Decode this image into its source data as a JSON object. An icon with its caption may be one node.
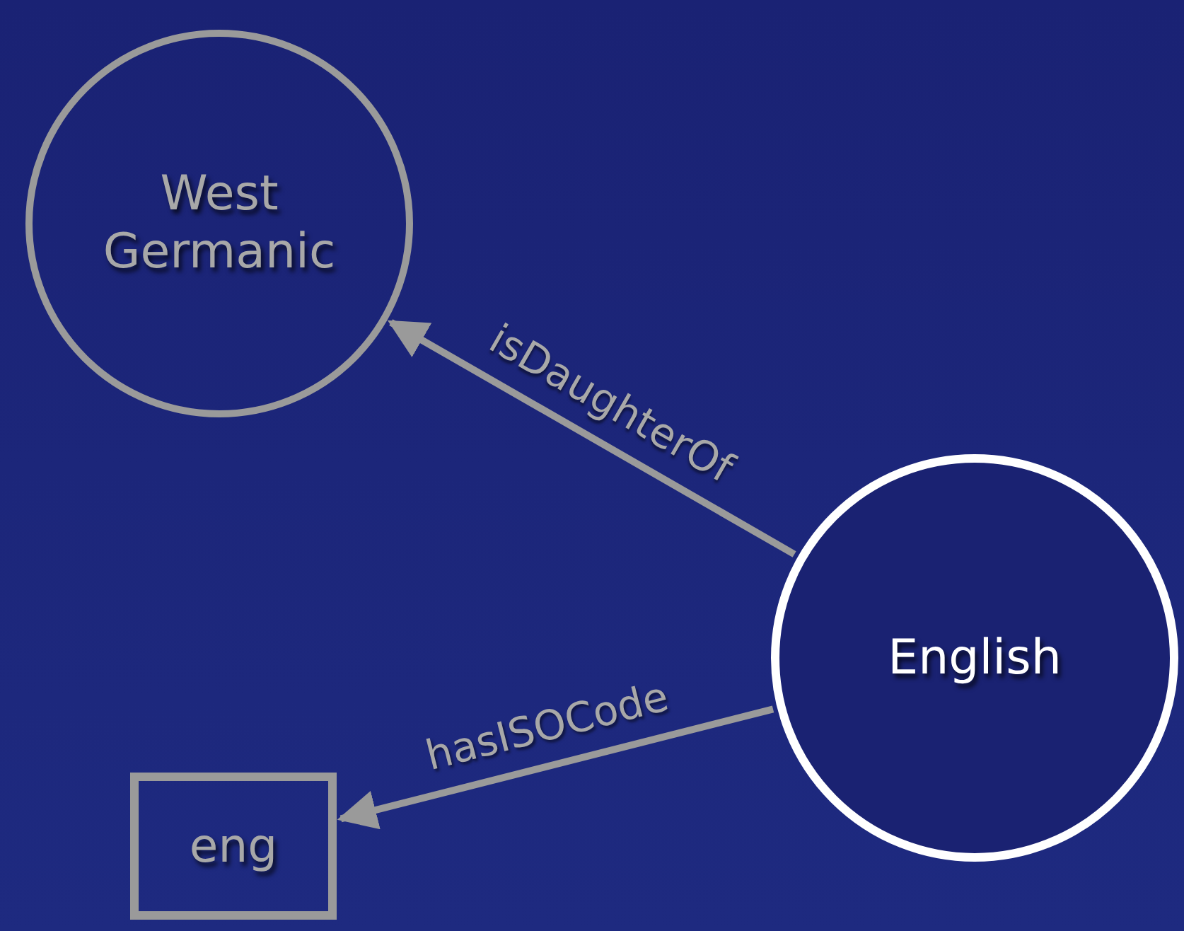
{
  "diagram": {
    "nodes": [
      {
        "text": [
          "West Germanic"
        ]
      },
      {
        "text": [
          "English"
        ]
      },
      {
        "text": [
          "eng"
        ]
      }
    ],
    "edges": [
      {
        "from": 1,
        "to": 0,
        "arrow": "to",
        "label": "isDaughterOf"
      },
      {
        "from": 1,
        "to": 2,
        "arrow": "to",
        "label": "hasISOCode"
      }
    ]
  }
}
